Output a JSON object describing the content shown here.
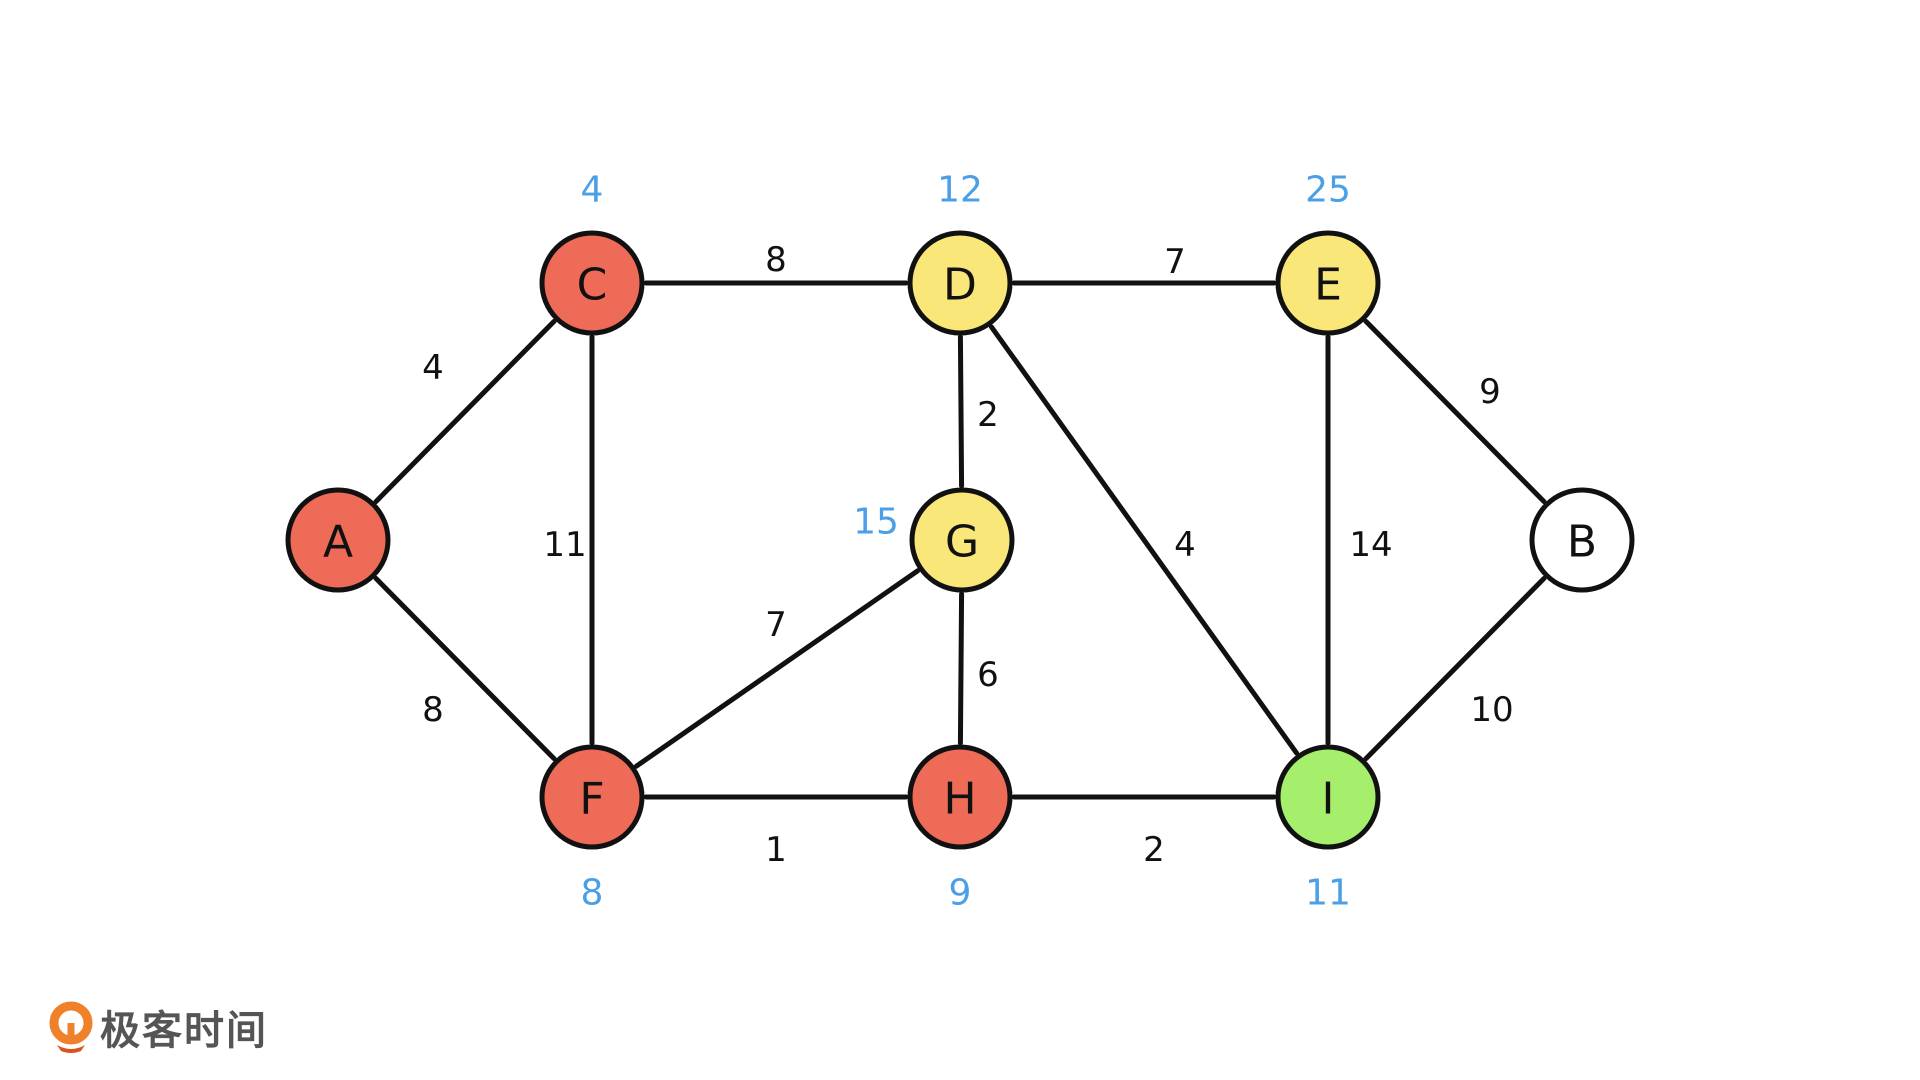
{
  "graph": {
    "colors": {
      "red": "#EE6B57",
      "yellow": "#F9E779",
      "green": "#A6EF6C",
      "white": "#FFFFFF",
      "distance_label": "#4A9FE6"
    },
    "nodes": [
      {
        "id": "A",
        "label": "A",
        "state": "red",
        "distance": ""
      },
      {
        "id": "C",
        "label": "C",
        "state": "red",
        "distance": "4"
      },
      {
        "id": "D",
        "label": "D",
        "state": "yellow",
        "distance": "12"
      },
      {
        "id": "E",
        "label": "E",
        "state": "yellow",
        "distance": "25"
      },
      {
        "id": "B",
        "label": "B",
        "state": "white",
        "distance": ""
      },
      {
        "id": "G",
        "label": "G",
        "state": "yellow",
        "distance": "15"
      },
      {
        "id": "F",
        "label": "F",
        "state": "red",
        "distance": "8"
      },
      {
        "id": "H",
        "label": "H",
        "state": "red",
        "distance": "9"
      },
      {
        "id": "I",
        "label": "I",
        "state": "green",
        "distance": "11"
      }
    ],
    "edges": [
      {
        "from": "A",
        "to": "C",
        "weight": "4"
      },
      {
        "from": "A",
        "to": "F",
        "weight": "8"
      },
      {
        "from": "C",
        "to": "D",
        "weight": "8"
      },
      {
        "from": "C",
        "to": "F",
        "weight": "11"
      },
      {
        "from": "D",
        "to": "E",
        "weight": "7"
      },
      {
        "from": "D",
        "to": "G",
        "weight": "2"
      },
      {
        "from": "D",
        "to": "I",
        "weight": "4"
      },
      {
        "from": "E",
        "to": "I",
        "weight": "14"
      },
      {
        "from": "E",
        "to": "B",
        "weight": "9"
      },
      {
        "from": "B",
        "to": "I",
        "weight": "10"
      },
      {
        "from": "F",
        "to": "G",
        "weight": "7"
      },
      {
        "from": "G",
        "to": "H",
        "weight": "6"
      },
      {
        "from": "F",
        "to": "H",
        "weight": "1"
      },
      {
        "from": "H",
        "to": "I",
        "weight": "2"
      }
    ]
  },
  "branding": {
    "logo_text": "极客时间",
    "logo_icon": "geektime-logo-icon",
    "logo_color": "#F0812B"
  }
}
